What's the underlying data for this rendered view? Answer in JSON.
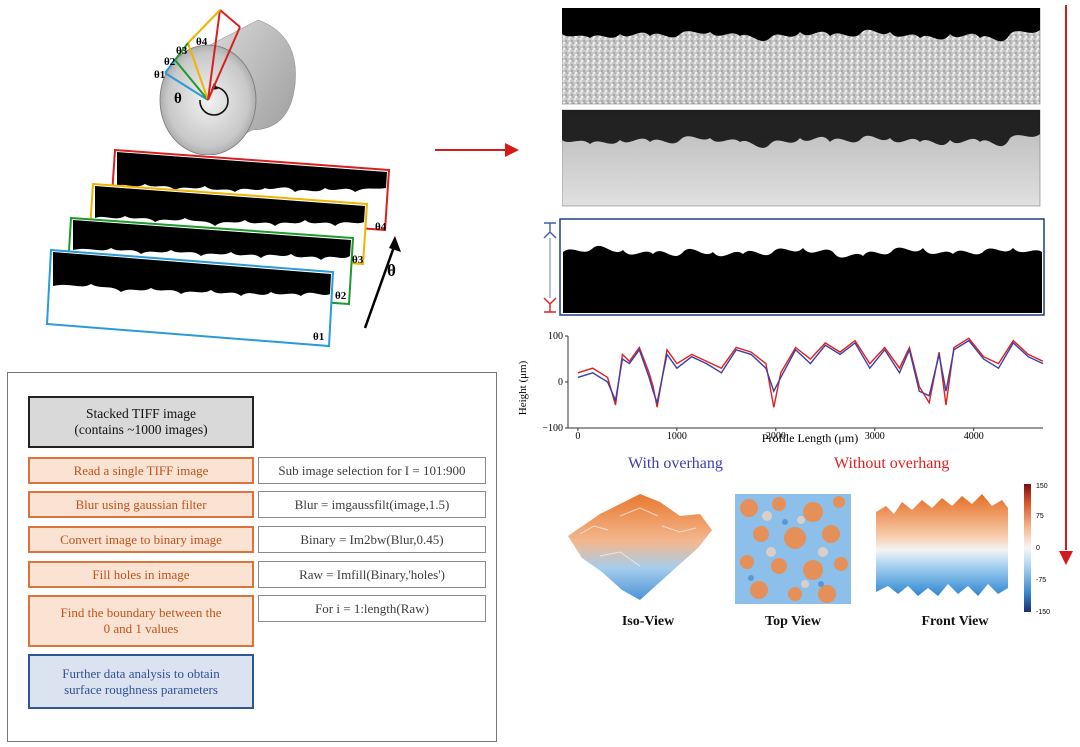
{
  "cylinder": {
    "angles": [
      "θ1",
      "θ2",
      "θ3",
      "θ4"
    ],
    "theta": "θ"
  },
  "slices": {
    "labels": [
      "θ1",
      "θ2",
      "θ3",
      "θ4"
    ],
    "direction": "θ"
  },
  "flowchart": {
    "header": "Stacked TIFF image\n(contains ~1000 images)",
    "steps": [
      {
        "label": "Read a single TIFF image",
        "code": "Sub image selection for I = 101:900"
      },
      {
        "label": "Blur using gaussian filter",
        "code": "Blur = imgaussfilt(image,1.5)"
      },
      {
        "label": "Convert image to binary image",
        "code": "Binary = Im2bw(Blur,0.45)"
      },
      {
        "label": "Fill holes in image",
        "code": "Raw  = Imfill(Binary,'holes')"
      },
      {
        "label": "Find the boundary between the\n0 and 1 values",
        "code": "For i = 1:length(Raw)"
      }
    ],
    "final": "Further data analysis to obtain\nsurface roughness parameters"
  },
  "colors": {
    "slice_red": "#d82020",
    "slice_yellow": "#f0b400",
    "slice_green": "#1d9a2e",
    "slice_blue": "#2a9ad8",
    "arrow_red": "#d41a1a",
    "line_blue": "#3b3fa8",
    "line_red": "#e02020",
    "frame_blue": "#1f3f7a"
  },
  "labels": {
    "with_overhang": "With overhang",
    "without_overhang": "Without overhang",
    "iso_view": "Iso-View",
    "top_view": "Top View",
    "front_view": "Front View"
  },
  "chart_data": {
    "type": "line",
    "xlabel": "Profile Length (μm)",
    "ylabel": "Height (μm)",
    "xlim": [
      -100,
      4700
    ],
    "ylim": [
      -100,
      100
    ],
    "xticks": [
      0,
      1000,
      2000,
      3000,
      4000
    ],
    "yticks": [
      100,
      0,
      -100
    ],
    "series": [
      {
        "color": "#3b3fa8",
        "x": [
          0,
          150,
          300,
          380,
          450,
          520,
          620,
          720,
          760,
          800,
          900,
          1000,
          1150,
          1300,
          1450,
          1600,
          1750,
          1900,
          1980,
          2050,
          2200,
          2350,
          2500,
          2650,
          2800,
          2950,
          3100,
          3250,
          3350,
          3450,
          3550,
          3650,
          3720,
          3800,
          3950,
          4100,
          4250,
          4400,
          4550,
          4700
        ],
        "y": [
          10,
          20,
          0,
          -40,
          50,
          40,
          70,
          10,
          -20,
          -45,
          60,
          30,
          55,
          40,
          20,
          70,
          60,
          30,
          -20,
          10,
          70,
          40,
          80,
          60,
          85,
          30,
          70,
          20,
          70,
          -20,
          -30,
          60,
          -20,
          70,
          90,
          50,
          30,
          85,
          55,
          40
        ]
      },
      {
        "color": "#e02020",
        "x": [
          0,
          150,
          300,
          380,
          450,
          520,
          620,
          720,
          760,
          800,
          900,
          1000,
          1150,
          1300,
          1450,
          1600,
          1750,
          1900,
          1980,
          2050,
          2200,
          2350,
          2500,
          2650,
          2800,
          2950,
          3100,
          3250,
          3350,
          3450,
          3550,
          3650,
          3720,
          3800,
          3950,
          4100,
          4250,
          4400,
          4550,
          4700
        ],
        "y": [
          20,
          30,
          10,
          -50,
          60,
          45,
          75,
          20,
          -10,
          -55,
          70,
          40,
          60,
          45,
          30,
          75,
          65,
          40,
          -55,
          20,
          75,
          50,
          85,
          65,
          90,
          40,
          75,
          30,
          75,
          -10,
          -45,
          65,
          -50,
          75,
          95,
          55,
          40,
          90,
          60,
          45
        ]
      }
    ]
  },
  "colorbar": {
    "ticks": [
      "150",
      "75",
      "0",
      "-75",
      "-150"
    ],
    "top_color": "#b2182b",
    "mid_color": "#f7f7f7",
    "bottom_color": "#21448f"
  }
}
